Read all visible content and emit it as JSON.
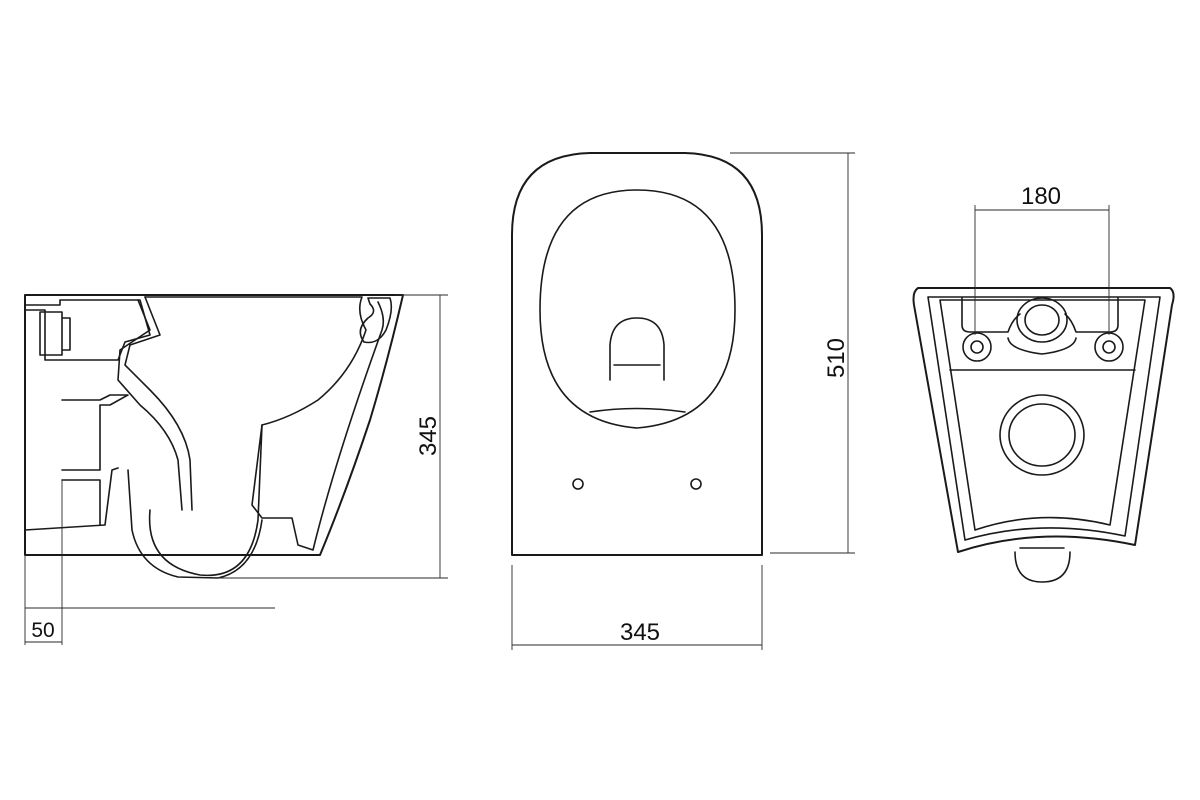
{
  "views": {
    "side": {
      "height_dim": "345",
      "offset_dim": "50"
    },
    "top": {
      "length_dim": "510",
      "width_dim": "345"
    },
    "back": {
      "bolt_spacing_dim": "180"
    }
  },
  "colors": {
    "line": "#1a1a1a",
    "background": "#ffffff"
  }
}
